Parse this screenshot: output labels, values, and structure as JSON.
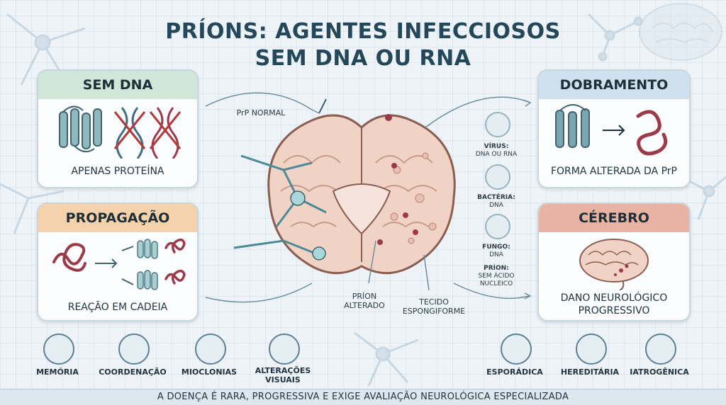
{
  "title": {
    "line1": "PRÍONS: AGENTES INFECCIOSOS",
    "line2": "SEM DNA OU RNA"
  },
  "cards": {
    "sem_dna": {
      "heading": "SEM DNA",
      "caption": "APENAS PROTEÍNA"
    },
    "propagacao": {
      "heading": "PROPAGAÇÃO",
      "caption": "REAÇÃO EM CADEIA"
    },
    "dobramento": {
      "heading": "DOBRAMENTO",
      "caption": "FORMA ALTERADA DA PrP"
    },
    "cerebro": {
      "heading": "CÉREBRO",
      "caption_line1": "DANO NEUROLÓGICO",
      "caption_line2": "PROGRESSIVO"
    }
  },
  "brain_labels": {
    "prp_normal": "PrP NORMAL",
    "prion_alterado_1": "PRÍON",
    "prion_alterado_2": "ALTERADO",
    "tecido_1": "TECIDO",
    "tecido_2": "ESPONGIFORME"
  },
  "comparison": [
    {
      "name": "VÍRUS:",
      "detail": "DNA OU RNA"
    },
    {
      "name": "BACTÉRIA:",
      "detail": "DNA"
    },
    {
      "name": "FUNGO:",
      "detail": "DNA"
    },
    {
      "name": "PRÍON:",
      "detail_line1": "SEM ÁCIDO",
      "detail_line2": "NUCLEICO"
    }
  ],
  "symptoms": [
    {
      "label": "MEMÓRIA",
      "icon": "brain-icon"
    },
    {
      "label": "COORDENAÇÃO",
      "icon": "balance-icon"
    },
    {
      "label": "MIOCLONIAS",
      "icon": "hand-icon"
    },
    {
      "label_line1": "ALTERAÇÕES",
      "label_line2": "VISUAIS",
      "icon": "eye-icon"
    }
  ],
  "causes": [
    {
      "label": "ESPORÁDICA",
      "icon": "prion-icon"
    },
    {
      "label": "HEREDITÁRIA",
      "icon": "family-icon"
    },
    {
      "label": "IATROGÊNICA",
      "icon": "syringe-icon"
    }
  ],
  "footer": "A DOENÇA É RARA, PROGRESSIVA E EXIGE AVALIAÇÃO NEUROLÓGICA ESPECIALIZADA",
  "colors": {
    "title": "#24485a",
    "sem_dna_head": "#cfe6d8",
    "propagacao_head": "#f3d2ac",
    "dobramento_head": "#cfe0ef",
    "cerebro_head": "#e9b3a4",
    "normal_protein": "#7aa6b3",
    "prion_protein": "#9c3a4a",
    "brain_fill": "#f1d3c5"
  }
}
